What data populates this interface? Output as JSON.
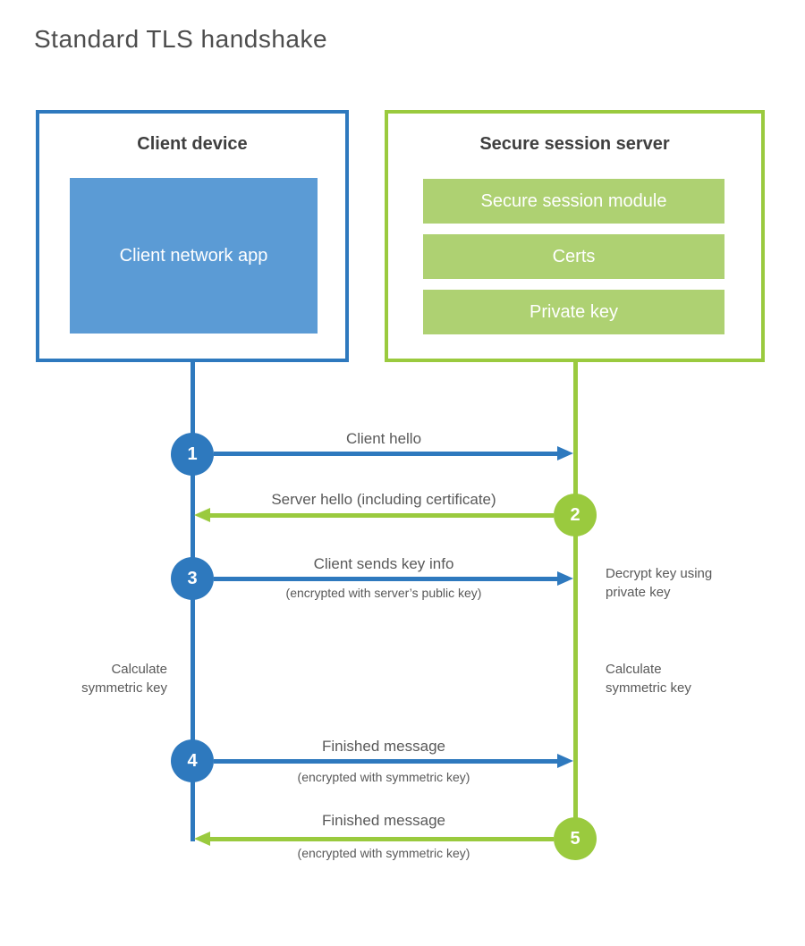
{
  "title": "Standard TLS handshake",
  "colors": {
    "blue_stroke": "#2e79be",
    "blue_fill": "#5b9bd5",
    "green_stroke": "#9aca3e",
    "green_fill": "#aed172",
    "title_text": "#4d4d4d",
    "heading_text": "#3f3f3f",
    "label_text": "#595959"
  },
  "client": {
    "title": "Client device",
    "module": "Client network app"
  },
  "server": {
    "title": "Secure session server",
    "modules": [
      "Secure session module",
      "Certs",
      "Private key"
    ]
  },
  "steps": [
    {
      "number": "1",
      "from": "client",
      "direction": "right",
      "label": "Client hello",
      "sublabel": ""
    },
    {
      "number": "2",
      "from": "server",
      "direction": "left",
      "label": "Server hello (including certificate)",
      "sublabel": ""
    },
    {
      "number": "3",
      "from": "client",
      "direction": "right",
      "label": "Client sends key info",
      "sublabel": "(encrypted with server’s public key)"
    },
    {
      "number": "4",
      "from": "client",
      "direction": "right",
      "label": "Finished message",
      "sublabel": "(encrypted with symmetric key)"
    },
    {
      "number": "5",
      "from": "server",
      "direction": "left",
      "label": "Finished message",
      "sublabel": "(encrypted with symmetric key)"
    }
  ],
  "notes": {
    "decrypt": "Decrypt key using private key",
    "calc_left": "Calculate symmetric key",
    "calc_right": "Calculate symmetric key"
  }
}
